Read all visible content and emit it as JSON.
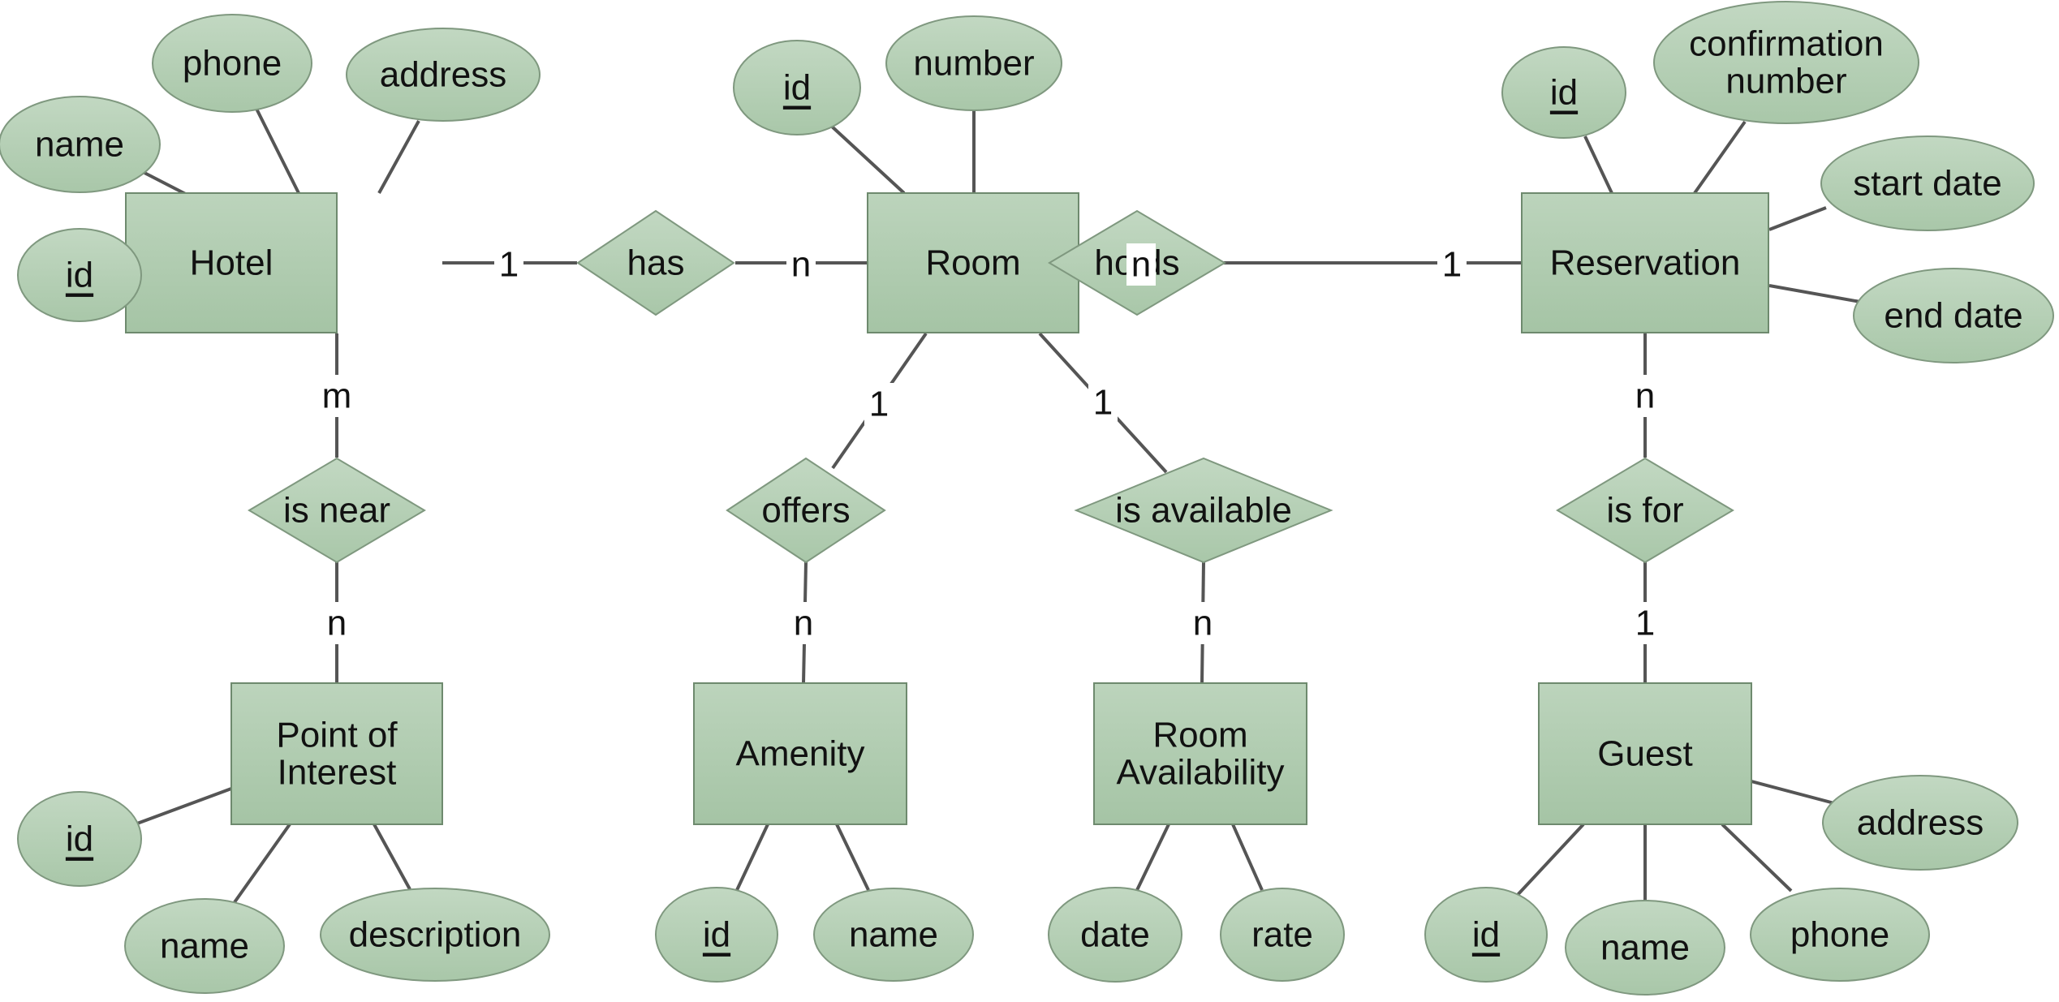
{
  "entities": [
    {
      "key": "hotel",
      "label": [
        "Hotel"
      ]
    },
    {
      "key": "room",
      "label": [
        "Room"
      ]
    },
    {
      "key": "reservation",
      "label": [
        "Reservation"
      ]
    },
    {
      "key": "poi",
      "label": [
        "Point of",
        "Interest"
      ]
    },
    {
      "key": "amenity",
      "label": [
        "Amenity"
      ]
    },
    {
      "key": "roomavail",
      "label": [
        "Room",
        "Availability"
      ]
    },
    {
      "key": "guest",
      "label": [
        "Guest"
      ]
    }
  ],
  "relationships": [
    {
      "key": "has",
      "label": "has"
    },
    {
      "key": "holds",
      "label": "holds"
    },
    {
      "key": "isnear",
      "label": "is near"
    },
    {
      "key": "offers",
      "label": "offers"
    },
    {
      "key": "isavailable",
      "label": "is available"
    },
    {
      "key": "isfor",
      "label": "is for"
    }
  ],
  "attributes": [
    {
      "key": "hotel-phone",
      "label": [
        "phone"
      ],
      "pk": false
    },
    {
      "key": "hotel-address",
      "label": [
        "address"
      ],
      "pk": false
    },
    {
      "key": "hotel-name",
      "label": [
        "name"
      ],
      "pk": false
    },
    {
      "key": "hotel-id",
      "label": [
        "id"
      ],
      "pk": true
    },
    {
      "key": "room-id",
      "label": [
        "id"
      ],
      "pk": true
    },
    {
      "key": "room-number",
      "label": [
        "number"
      ],
      "pk": false
    },
    {
      "key": "res-id",
      "label": [
        "id"
      ],
      "pk": true
    },
    {
      "key": "res-confnum",
      "label": [
        "confirmation",
        "number"
      ],
      "pk": false
    },
    {
      "key": "res-start",
      "label": [
        "start date"
      ],
      "pk": false
    },
    {
      "key": "res-end",
      "label": [
        "end date"
      ],
      "pk": false
    },
    {
      "key": "poi-id",
      "label": [
        "id"
      ],
      "pk": true
    },
    {
      "key": "poi-name",
      "label": [
        "name"
      ],
      "pk": false
    },
    {
      "key": "poi-desc",
      "label": [
        "description"
      ],
      "pk": false
    },
    {
      "key": "amen-id",
      "label": [
        "id"
      ],
      "pk": true
    },
    {
      "key": "amen-name",
      "label": [
        "name"
      ],
      "pk": false
    },
    {
      "key": "avail-date",
      "label": [
        "date"
      ],
      "pk": false
    },
    {
      "key": "avail-rate",
      "label": [
        "rate"
      ],
      "pk": false
    },
    {
      "key": "guest-address",
      "label": [
        "address"
      ],
      "pk": false
    },
    {
      "key": "guest-id",
      "label": [
        "id"
      ],
      "pk": true
    },
    {
      "key": "guest-name",
      "label": [
        "name"
      ],
      "pk": false
    },
    {
      "key": "guest-phone",
      "label": [
        "phone"
      ],
      "pk": false
    }
  ],
  "cardinalities": [
    {
      "key": "hotel-has",
      "label": "1"
    },
    {
      "key": "room-has",
      "label": "n"
    },
    {
      "key": "room-holds",
      "label": "n"
    },
    {
      "key": "res-holds",
      "label": "1"
    },
    {
      "key": "hotel-isnear",
      "label": "m"
    },
    {
      "key": "poi-isnear",
      "label": "n"
    },
    {
      "key": "room-offers",
      "label": "1"
    },
    {
      "key": "amen-offers",
      "label": "n"
    },
    {
      "key": "room-isavailable",
      "label": "1"
    },
    {
      "key": "avail-isavailable",
      "label": "n"
    },
    {
      "key": "res-isfor",
      "label": "n"
    },
    {
      "key": "guest-isfor",
      "label": "1"
    }
  ],
  "colors": {
    "shape_fill_top": "#c2d8c2",
    "shape_fill_bottom": "#a9c7a9",
    "line": "#555555",
    "text": "#111111"
  }
}
